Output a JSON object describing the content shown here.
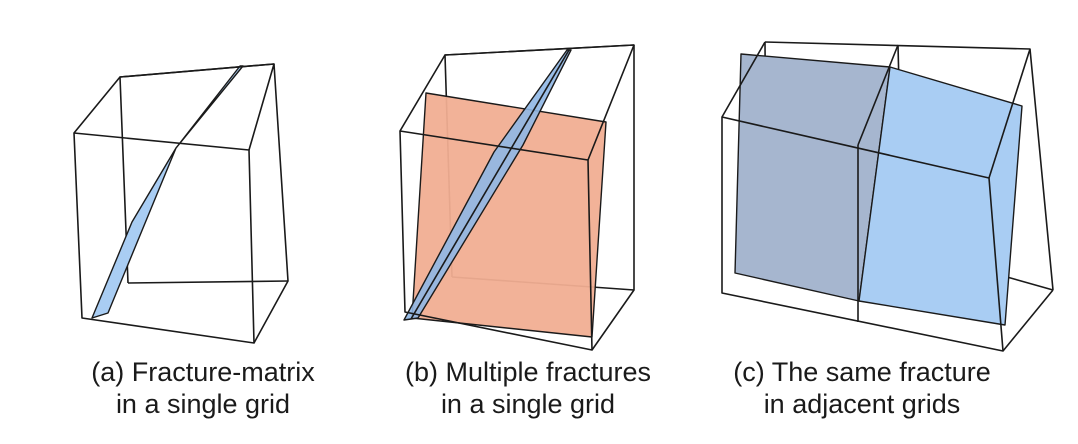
{
  "panels": [
    {
      "id": "a",
      "caption_line1": "(a) Fracture-matrix",
      "caption_line2": "in a single grid"
    },
    {
      "id": "b",
      "caption_line1": "(b) Multiple fractures",
      "caption_line2": "in a single grid"
    },
    {
      "id": "c",
      "caption_line1": "(c) The same fracture",
      "caption_line2": "in adjacent grids"
    }
  ],
  "colors": {
    "fracture_blue": "#a9cdf3",
    "fracture_orange": "#f1ae92",
    "fracture_gray_blue": "#a6b6cf",
    "edge": "#1a1a1a"
  }
}
